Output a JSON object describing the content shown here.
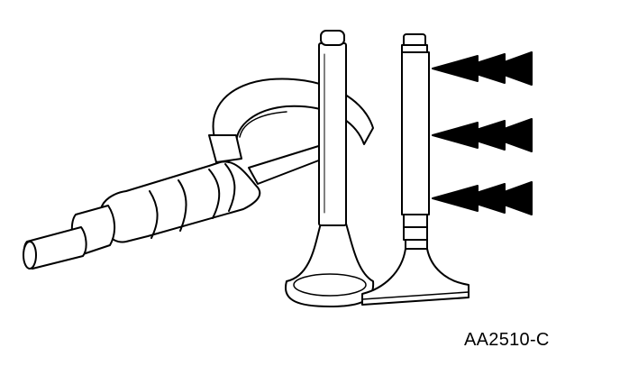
{
  "figure": {
    "caption": "AA2510-C"
  },
  "colors": {
    "line": "#000000",
    "fill": "#ffffff"
  },
  "icons": [
    "micrometer",
    "valve",
    "valve",
    "arrow",
    "arrow",
    "arrow"
  ]
}
